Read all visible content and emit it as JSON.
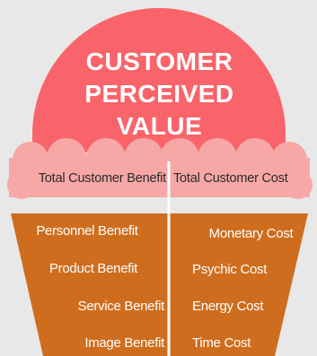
{
  "title": {
    "lines": [
      "CUSTOMER",
      "PERCEIVED",
      "VALUE"
    ]
  },
  "band": {
    "left_label": "Total Customer Benefit",
    "right_label": "Total Customer Cost"
  },
  "benefits": [
    "Personnel Benefit",
    "Product Benefit",
    "Service Benefit",
    "Image Benefit"
  ],
  "costs": [
    "Monetary Cost",
    "Psychic Cost",
    "Energy Cost",
    "Time Cost"
  ],
  "colors": {
    "background": "#e8e8e8",
    "scoop": "#f9646b",
    "band": "#f6a7a6",
    "cone": "#cf6d1e",
    "divider": "#ffffff"
  }
}
